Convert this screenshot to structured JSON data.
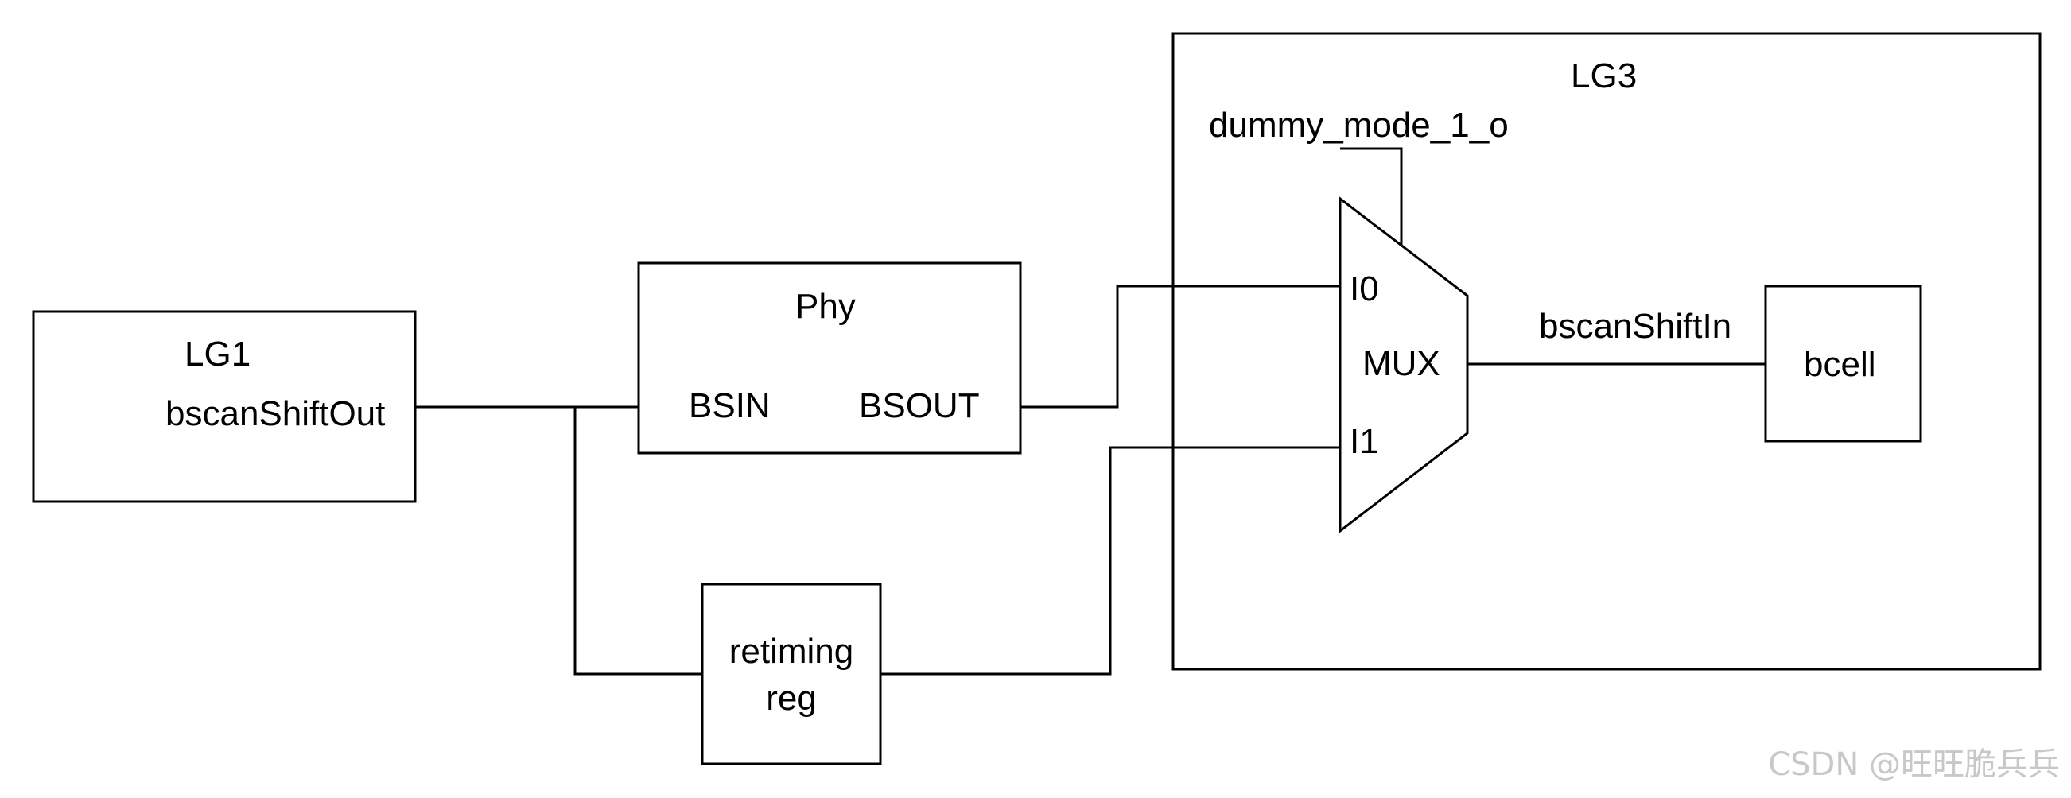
{
  "blocks": {
    "lg1": {
      "title": "LG1",
      "port_out": "bscanShiftOut"
    },
    "phy": {
      "title": "Phy",
      "port_in": "BSIN",
      "port_out": "BSOUT"
    },
    "retiming": {
      "line1": "retiming",
      "line2": "reg"
    },
    "lg3": {
      "title": "LG3",
      "select_signal": "dummy_mode_1_o"
    },
    "mux": {
      "title": "MUX",
      "input0": "I0",
      "input1": "I1"
    },
    "bcell": {
      "title": "bcell",
      "port_in": "bscanShiftIn"
    }
  },
  "watermark": "CSDN @旺旺脆兵兵"
}
